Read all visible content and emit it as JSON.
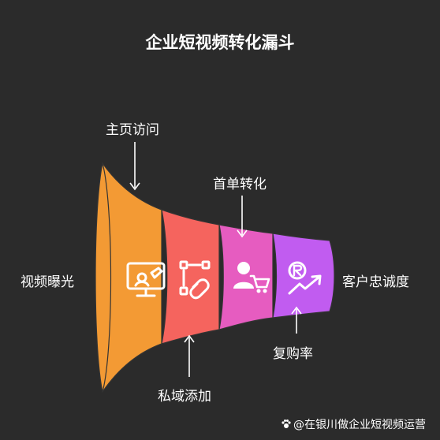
{
  "title": "企业短视频转化漏斗",
  "stages": [
    {
      "label": "视频曝光",
      "icon": "video-screen-icon",
      "color": "#F39A34"
    },
    {
      "label": "主页访问",
      "icon": "video-screen-icon",
      "color": "#F39A34"
    },
    {
      "label": "私域添加",
      "icon": "chain-link-icon",
      "color": "#F5645E"
    },
    {
      "label": "首单转化",
      "icon": "user-cart-icon",
      "color": "#E65CC0"
    },
    {
      "label": "复购率",
      "icon": "rupee-growth-icon",
      "color": "#C15CF0"
    },
    {
      "label": "客户忠诚度",
      "icon": "rupee-growth-icon",
      "color": "#C15CF0"
    }
  ],
  "labels": {
    "exposure": "视频曝光",
    "visit": "主页访问",
    "private": "私域添加",
    "first_order": "首单转化",
    "repurchase": "复购率",
    "loyalty": "客户忠诚度"
  },
  "watermark": "@在银川做企业短视频运营"
}
